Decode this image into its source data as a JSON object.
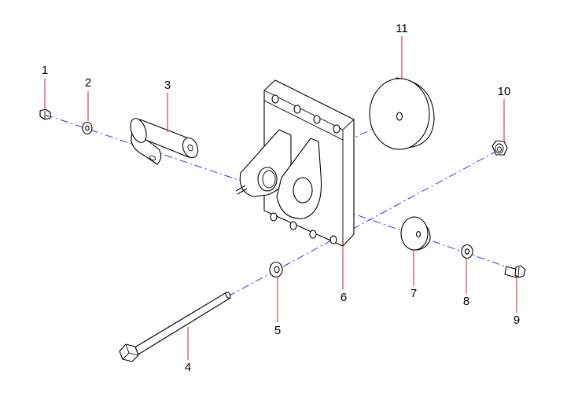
{
  "colors": {
    "axis": "#1a1aff",
    "leader": "#d91a1a",
    "outline": "#000000",
    "background": "#ffffff"
  },
  "callouts": [
    {
      "id": "1",
      "label": "1"
    },
    {
      "id": "2",
      "label": "2"
    },
    {
      "id": "3",
      "label": "3"
    },
    {
      "id": "4",
      "label": "4"
    },
    {
      "id": "5",
      "label": "5"
    },
    {
      "id": "6",
      "label": "6"
    },
    {
      "id": "7",
      "label": "7"
    },
    {
      "id": "8",
      "label": "8"
    },
    {
      "id": "9",
      "label": "9"
    },
    {
      "id": "10",
      "label": "10"
    },
    {
      "id": "11",
      "label": "11"
    }
  ]
}
